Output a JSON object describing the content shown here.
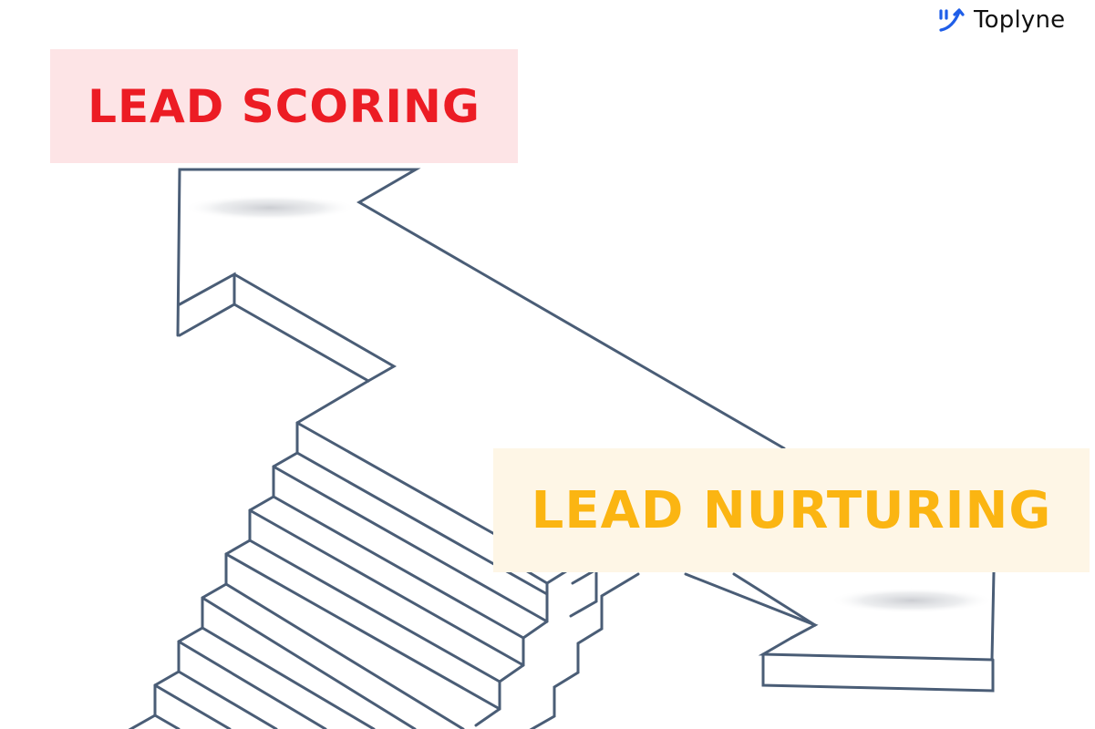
{
  "brand": {
    "name": "Toplyne",
    "logo_icon": "rising-arrow-icon",
    "accent_color": "#1f5ee8"
  },
  "labels": {
    "lead_scoring": {
      "text": "LEAD SCORING",
      "text_color": "#ec1c24",
      "background": "#fde4e6"
    },
    "lead_nurturing": {
      "text": "LEAD NURTURING",
      "text_color": "#fbb512",
      "background": "#fef6e6"
    }
  },
  "illustration": {
    "description": "Isometric staircase splitting into two arrows: one pointing up-left toward Lead Scoring, one pointing down-right toward Lead Nurturing",
    "line_color": "#4a5d76",
    "step_count": 8
  }
}
